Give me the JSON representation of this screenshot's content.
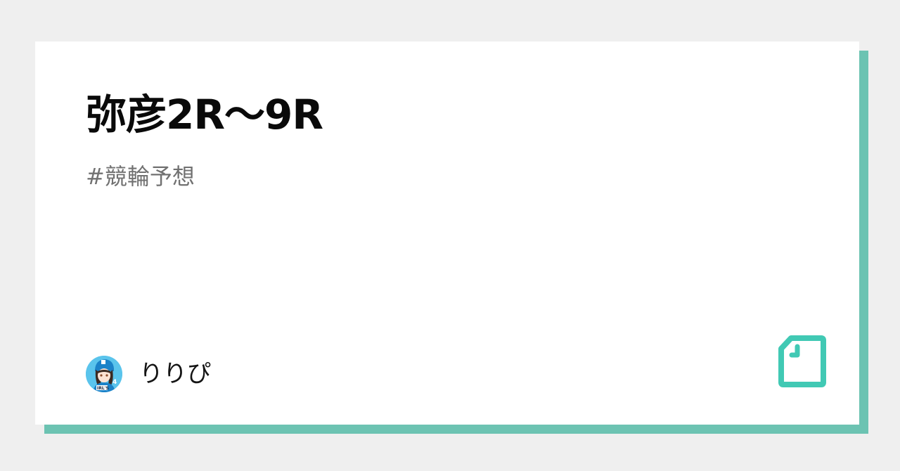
{
  "card": {
    "title": "弥彦2R〜9R",
    "hashtag": "#競輪予想",
    "author": {
      "name": "りりぴ",
      "avatar_icon": "avatar-illustration"
    },
    "logo_icon": "note-document-icon"
  },
  "colors": {
    "background": "#efefef",
    "card": "#ffffff",
    "accent": "#6cc3b2",
    "logo": "#41c9b4",
    "title": "#0a0a0a",
    "hashtag": "#717171"
  }
}
